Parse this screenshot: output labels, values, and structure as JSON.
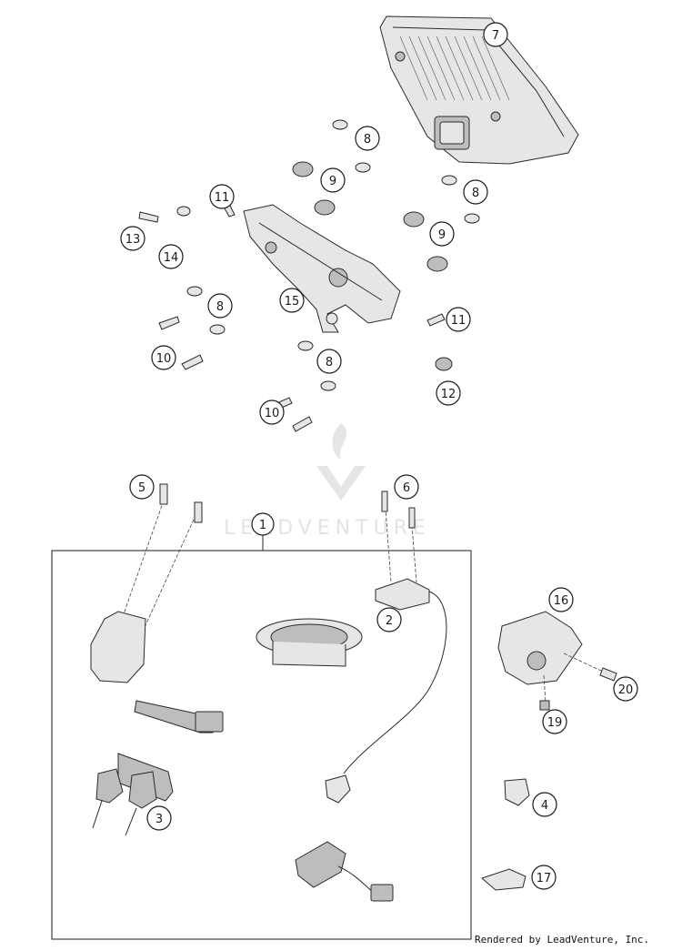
{
  "callouts": [
    {
      "id": "c7",
      "label": "7"
    },
    {
      "id": "c8a",
      "label": "8"
    },
    {
      "id": "c9a",
      "label": "9"
    },
    {
      "id": "c8b",
      "label": "8"
    },
    {
      "id": "c11a",
      "label": "11"
    },
    {
      "id": "c13",
      "label": "13"
    },
    {
      "id": "c14",
      "label": "14"
    },
    {
      "id": "c9b",
      "label": "9"
    },
    {
      "id": "c8c",
      "label": "8"
    },
    {
      "id": "c15",
      "label": "15"
    },
    {
      "id": "c11b",
      "label": "11"
    },
    {
      "id": "c10a",
      "label": "10"
    },
    {
      "id": "c8d",
      "label": "8"
    },
    {
      "id": "c12",
      "label": "12"
    },
    {
      "id": "c10b",
      "label": "10"
    },
    {
      "id": "c5",
      "label": "5"
    },
    {
      "id": "c6",
      "label": "6"
    },
    {
      "id": "c1",
      "label": "1"
    },
    {
      "id": "c2",
      "label": "2"
    },
    {
      "id": "c16",
      "label": "16"
    },
    {
      "id": "c20",
      "label": "20"
    },
    {
      "id": "c19",
      "label": "19"
    },
    {
      "id": "c3",
      "label": "3"
    },
    {
      "id": "c4",
      "label": "4"
    },
    {
      "id": "c17",
      "label": "17"
    }
  ],
  "watermark": "LEADVENTURE",
  "footer": "Rendered by LeadVenture, Inc.",
  "colors": {
    "line": "#1a1a1a",
    "part": "#e6e6e6",
    "part_dark": "#bdbdbd",
    "background": "#ffffff"
  }
}
